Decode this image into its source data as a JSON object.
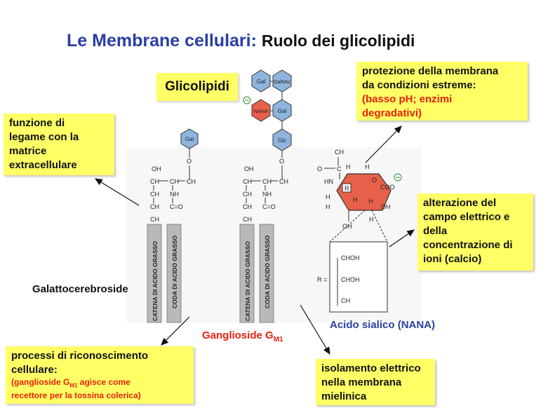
{
  "title": {
    "part1": "Le Membrane cellulari:",
    "part2": "Ruolo dei glicolipidi"
  },
  "glicolipidi_label": "Glicolipidi",
  "boxes": {
    "protezione": {
      "line1": "protezione della membrana",
      "line2": "da condizioni estreme:",
      "line3": "(basso pH; enzimi",
      "line4": "degradativi)"
    },
    "legame": {
      "line1": "funzione di",
      "line2": "legame con la",
      "line3": "matrice",
      "line4": "extracellulare"
    },
    "alterazione": {
      "line1": "alterazione del",
      "line2": "campo elettrico e",
      "line3": "della",
      "line4": "concentrazione di",
      "line5": "ioni (calcio)"
    },
    "riconoscimento": {
      "line1": "processi di riconoscimento",
      "line2": "cellulare:",
      "line3a": "(ganglioside G",
      "line3sub": "M1",
      "line3b": " agisce come",
      "line4": "recettore per la tossina colerica)"
    },
    "isolamento": {
      "line1": "isolamento elettrico",
      "line2": "nella membrana",
      "line3": "mielinica"
    }
  },
  "labels": {
    "galattocerebroside": "Galattocerebroside",
    "ganglioside": "Ganglioside G",
    "ganglioside_sub": "M1",
    "acido_sialico": "Acido sialico (NANA)"
  },
  "sugars": {
    "gal": "Gal",
    "galnac": "GalNAc",
    "nana": "NANA",
    "glc": "Glc"
  },
  "chem": {
    "oh": "OH",
    "ch": "CH",
    "ch2": "CH",
    "nh": "NH",
    "co": "C=O",
    "hn": "HN",
    "ch3": "CH",
    "r": "R",
    "h": "H",
    "coo": "COO",
    "r_eq": "R =",
    "choh": "CHOH",
    "ch2oh": "CH",
    "o": "O"
  },
  "strips": {
    "catena": "CATENA DI ACIDO GRASSO",
    "coda": "CODA DI ACIDO GRASSO"
  },
  "colors": {
    "title_blue": "#2b3ea6",
    "highlight": "#ffff66",
    "red_text": "#e8210d",
    "sugar_blue": "#8fb4dd",
    "nana_red": "#e8604a"
  }
}
